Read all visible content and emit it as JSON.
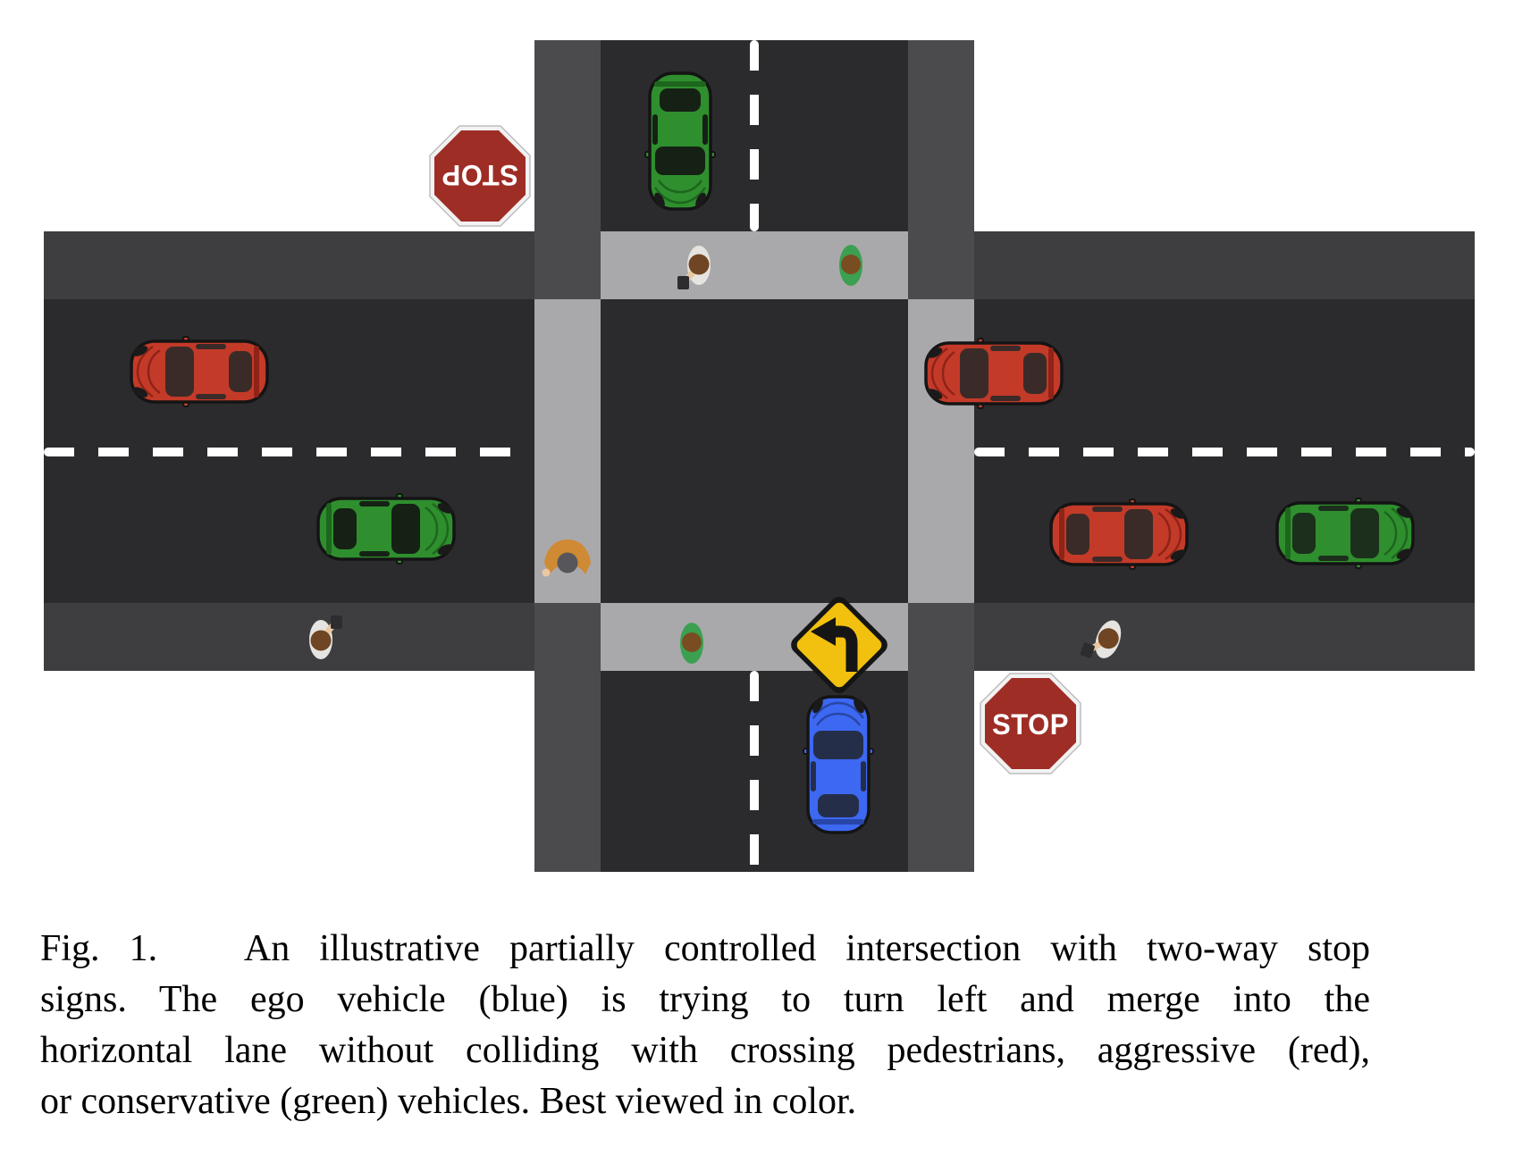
{
  "caption": {
    "label": "Fig. 1.",
    "lines": [
      "Fig. 1.   An illustrative partially controlled intersection with two-way stop",
      "signs. The ego vehicle (blue) is trying to turn left and merge into the",
      "horizontal lane without colliding with crossing pedestrians, aggressive (red),",
      "or conservative (green) vehicles. Best viewed in color."
    ]
  },
  "signs": {
    "stop_top": {
      "label": "STOP",
      "orientation": "upside-down",
      "fill": "#9e2d25"
    },
    "stop_bottom": {
      "label": "STOP",
      "orientation": "upright",
      "fill": "#9e2d25"
    },
    "left_turn": {
      "meaning": "left-turn-warning",
      "shape": "diamond",
      "fill": "#f2c00e",
      "arrow": "#151515"
    }
  },
  "scene": {
    "intersection": "four-way, two-way stop controlled, with four crosswalks",
    "vehicles": [
      {
        "id": "car-green-top",
        "color": "green",
        "hex": "#2f8f2e",
        "road": "vertical",
        "heading": "south",
        "role": "conservative"
      },
      {
        "id": "car-red-left",
        "color": "red",
        "hex": "#c43a28",
        "road": "horizontal",
        "heading": "west",
        "role": "aggressive"
      },
      {
        "id": "car-green-bottom-left",
        "color": "green",
        "hex": "#2f8f2e",
        "road": "horizontal",
        "heading": "east",
        "role": "conservative"
      },
      {
        "id": "car-red-top-right",
        "color": "red",
        "hex": "#c43a28",
        "road": "horizontal",
        "heading": "west",
        "role": "aggressive"
      },
      {
        "id": "car-red-bottom-right",
        "color": "red",
        "hex": "#c43a28",
        "road": "horizontal",
        "heading": "east",
        "role": "aggressive"
      },
      {
        "id": "car-green-far-right",
        "color": "green",
        "hex": "#2f8f2e",
        "road": "horizontal",
        "heading": "east",
        "role": "conservative"
      },
      {
        "id": "car-blue-ego",
        "color": "blue",
        "hex": "#3d68f2",
        "road": "vertical",
        "heading": "north",
        "role": "ego vehicle, turning left"
      }
    ],
    "pedestrians": [
      {
        "id": "ped-phone-top-crosswalk",
        "shirt": "white",
        "detail": "holding phone",
        "location": "north crosswalk"
      },
      {
        "id": "ped-green-top-crosswalk",
        "shirt": "green",
        "location": "north crosswalk"
      },
      {
        "id": "ped-orange-left-crosswalk",
        "shirt": "orange",
        "location": "west crosswalk"
      },
      {
        "id": "ped-green-bottom-crosswalk",
        "shirt": "green",
        "location": "south crosswalk"
      },
      {
        "id": "ped-phone-bottom-left",
        "shirt": "white",
        "detail": "holding phone",
        "location": "south shoulder, left"
      },
      {
        "id": "ped-phone-bottom-right",
        "shirt": "white",
        "detail": "holding phone",
        "location": "south shoulder, right"
      }
    ],
    "colors": {
      "road": "#2b2b2d",
      "shoulder_horizontal": "#3e3e41",
      "shoulder_vertical": "#4b4b4e",
      "crosswalk": "#a9a9ab",
      "lane_marking": "#ffffff",
      "background": "#ffffff"
    }
  }
}
